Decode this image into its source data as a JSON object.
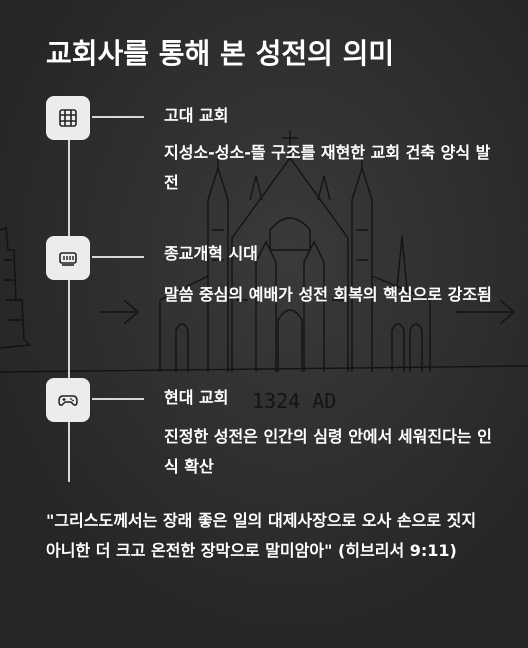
{
  "page": {
    "title": "교회사를 통해 본 성전의 의미"
  },
  "background": {
    "sketch_caption": "1324 AD"
  },
  "timeline": [
    {
      "icon": "building-columns-icon",
      "era": "고대 교회",
      "description": "지성소-성소-뜰 구조를 재현한 교회 건축 양식 발전"
    },
    {
      "icon": "bookstand-icon",
      "era": "종교개혁 시대",
      "description": "말씀 중심의 예배가 성전 회복의 핵심으로 강조됨"
    },
    {
      "icon": "gamepad-icon",
      "era": "현대 교회",
      "description": "진정한 성전은 인간의 심령 안에서 세워진다는 인식 확산"
    }
  ],
  "quote": {
    "text": "\"그리스도께서는 장래 좋은 일의 대제사장으로 오사 손으로 짓지 아니한 더 크고 온전한 장막으로 말미암아\" (히브리서 9:11)"
  },
  "colors": {
    "background": "#2b2b2b",
    "text": "#ffffff",
    "node_bg": "#ececec",
    "line": "#d8d8d8"
  }
}
